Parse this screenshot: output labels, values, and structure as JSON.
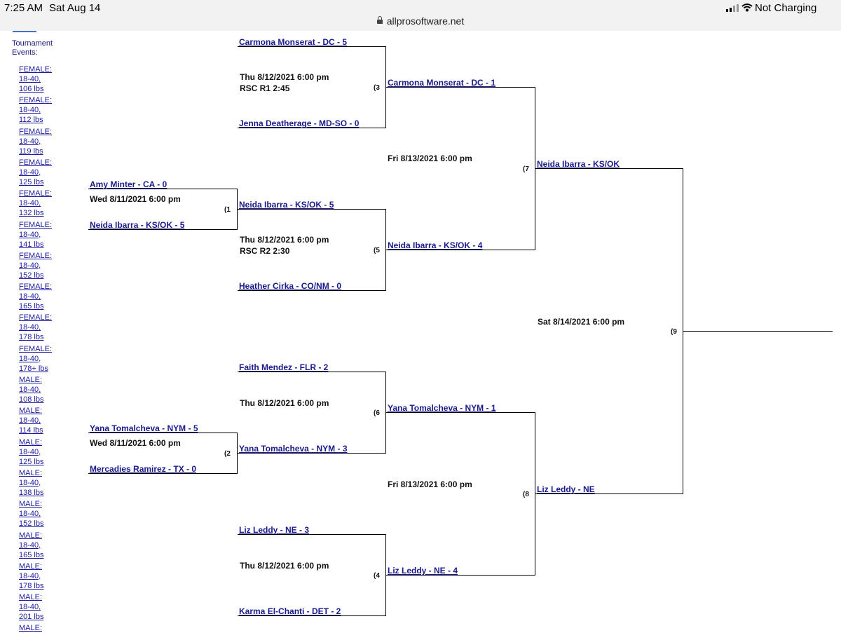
{
  "status_bar": {
    "time": "7:25 AM",
    "date": "Sat Aug 14",
    "url": "allprosoftware.net",
    "charging": "Not Charging"
  },
  "sidebar": {
    "heading": "Tournament Events:",
    "events": [
      {
        "l1": "FEMALE:",
        "l2": "18-40,",
        "l3": "106 lbs"
      },
      {
        "l1": "FEMALE:",
        "l2": "18-40,",
        "l3": "112 lbs"
      },
      {
        "l1": "FEMALE:",
        "l2": "18-40,",
        "l3": "119 lbs"
      },
      {
        "l1": "FEMALE:",
        "l2": "18-40,",
        "l3": "125 lbs"
      },
      {
        "l1": "FEMALE:",
        "l2": "18-40,",
        "l3": "132 lbs"
      },
      {
        "l1": "FEMALE:",
        "l2": "18-40,",
        "l3": "141 lbs"
      },
      {
        "l1": "FEMALE:",
        "l2": "18-40,",
        "l3": "152 lbs"
      },
      {
        "l1": "FEMALE:",
        "l2": "18-40,",
        "l3": "165 lbs"
      },
      {
        "l1": "FEMALE:",
        "l2": "18-40,",
        "l3": "178 lbs"
      },
      {
        "l1": "FEMALE:",
        "l2": "18-40,",
        "l3": "178+ lbs"
      },
      {
        "l1": "MALE:",
        "l2": "18-40,",
        "l3": "108 lbs"
      },
      {
        "l1": "MALE:",
        "l2": "18-40,",
        "l3": "114 lbs"
      },
      {
        "l1": "MALE:",
        "l2": "18-40,",
        "l3": "125 lbs"
      },
      {
        "l1": "MALE:",
        "l2": "18-40,",
        "l3": "138 lbs"
      },
      {
        "l1": "MALE:",
        "l2": "18-40,",
        "l3": "152 lbs"
      },
      {
        "l1": "MALE:",
        "l2": "18-40,",
        "l3": "165 lbs"
      },
      {
        "l1": "MALE:",
        "l2": "18-40,",
        "l3": "178 lbs"
      },
      {
        "l1": "MALE:",
        "l2": "18-40,",
        "l3": "201 lbs"
      },
      {
        "l1": "MALE:",
        "l2": "",
        "l3": ""
      }
    ]
  },
  "bracket": {
    "round1": {
      "m1": {
        "num": "(1",
        "top": "Amy Minter - CA - 0",
        "bottom": "Neida Ibarra - KS/OK - 5",
        "time": "Wed 8/11/2021 6:00 pm"
      },
      "m2": {
        "num": "(2",
        "top": "Yana Tomalcheva - NYM - 5",
        "bottom": "Mercadies Ramirez - TX - 0",
        "time": "Wed 8/11/2021 6:00 pm"
      }
    },
    "round2": {
      "m3": {
        "num": "(3",
        "top": "Carmona Monserat - DC - 5",
        "bottom": "Jenna Deatherage - MD-SO - 0",
        "time": "Thu 8/12/2021 6:00 pm",
        "detail": "RSC  R1  2:45"
      },
      "m5": {
        "num": "(5",
        "top": "Neida Ibarra - KS/OK - 5",
        "bottom": "Heather Cirka - CO/NM - 0",
        "time": "Thu 8/12/2021 6:00 pm",
        "detail": "RSC  R2  2:30"
      },
      "m6": {
        "num": "(6",
        "top": "Faith Mendez - FLR - 2",
        "bottom": "Yana Tomalcheva - NYM - 3",
        "time": "Thu 8/12/2021 6:00 pm"
      },
      "m4": {
        "num": "(4",
        "top": "Liz Leddy - NE - 3",
        "bottom": "Karma El-Chanti - DET - 2",
        "time": "Thu 8/12/2021 6:00 pm"
      }
    },
    "round3": {
      "m7": {
        "num": "(7",
        "top": "Carmona Monserat - DC - 1",
        "bottom": "Neida Ibarra - KS/OK - 4",
        "time": "Fri 8/13/2021 6:00 pm"
      },
      "m8": {
        "num": "(8",
        "top": "Yana Tomalcheva - NYM - 1",
        "bottom": "Liz Leddy - NE - 4",
        "time": "Fri 8/13/2021 6:00 pm"
      }
    },
    "final": {
      "m9": {
        "num": "(9",
        "top": "Neida Ibarra - KS/OK",
        "bottom": "Liz Leddy - NE",
        "time": "Sat 8/14/2021 6:00 pm"
      }
    }
  }
}
